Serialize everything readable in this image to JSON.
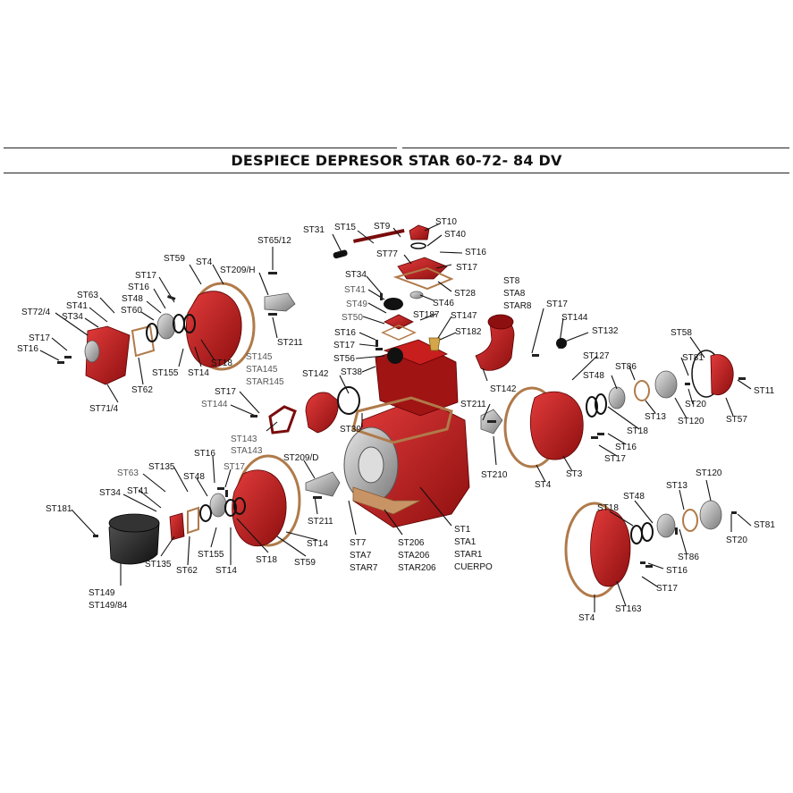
{
  "title": "DESPIECE DEPRESOR STAR 60-72- 84 DV",
  "colors": {
    "part_red": "#c81e1e",
    "part_dark_red": "#7a0c0c",
    "gasket": "#c89466",
    "metal": "#b8b8b8",
    "black_part": "#1e1e1e"
  },
  "labels": [
    "ST31",
    "ST15",
    "ST9",
    "ST10",
    "ST40",
    "ST16",
    "ST77",
    "ST17",
    "ST28",
    "ST65/12",
    "ST209/H",
    "ST211",
    "ST4",
    "ST59",
    "ST17",
    "ST16",
    "ST48",
    "ST60",
    "ST63",
    "ST41",
    "ST34",
    "ST72/4",
    "ST17",
    "ST16",
    "ST71/4",
    "ST62",
    "ST155",
    "ST14",
    "ST18",
    "ST34",
    "ST41",
    "ST49",
    "ST50",
    "ST16",
    "ST17",
    "ST56",
    "ST46",
    "ST187",
    "ST147",
    "ST182",
    "ST145",
    "STA145",
    "STAR145",
    "ST142",
    "ST38",
    "ST39",
    "ST17",
    "ST144",
    "ST143",
    "STA143",
    "ST8",
    "STA8",
    "STAR8",
    "ST142",
    "ST17",
    "ST144",
    "ST132",
    "ST211",
    "ST210",
    "ST58",
    "ST127",
    "ST48",
    "ST86",
    "ST81",
    "ST11",
    "ST20",
    "ST120",
    "ST57",
    "ST13",
    "ST18",
    "ST16",
    "ST17",
    "ST3",
    "ST4",
    "ST135",
    "ST16",
    "ST17",
    "ST63",
    "ST48",
    "ST34",
    "ST41",
    "ST209/D",
    "ST211",
    "ST181",
    "ST135",
    "ST62",
    "ST155",
    "ST14",
    "ST18",
    "ST59",
    "ST14",
    "ST149",
    "ST149/84",
    "ST7",
    "STA7",
    "STAR7",
    "ST206",
    "STA206",
    "STAR206",
    "ST1",
    "STA1",
    "STAR1",
    "CUERPO",
    "ST120",
    "ST48",
    "ST13",
    "ST18",
    "ST81",
    "ST20",
    "ST86",
    "ST16",
    "ST17",
    "ST4",
    "ST163"
  ]
}
